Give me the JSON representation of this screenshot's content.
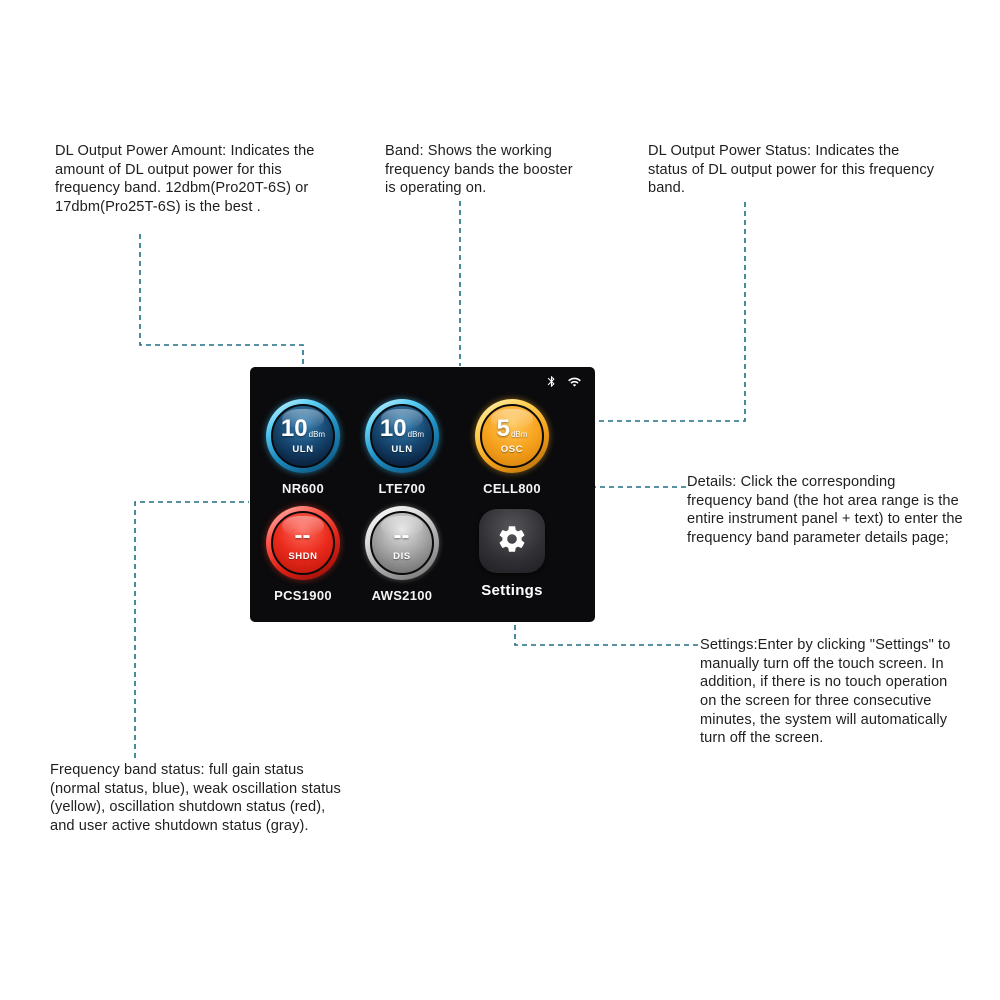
{
  "colors": {
    "leader_line": "#1f6e84",
    "panel_background": "#0b0b0d",
    "band_blue": "#1f8fc4",
    "band_orange": "#f5a11a",
    "band_red": "#e02318",
    "band_gray": "#9a9a9a"
  },
  "annotations": {
    "dl_power_amount": "DL Output Power Amount: Indicates the amount of DL output power for this frequency band. 12dbm(Pro20T-6S) or 17dbm(Pro25T-6S) is the best .",
    "band": "Band: Shows the working frequency bands the booster is operating on.",
    "dl_power_status": "DL Output Power Status: Indicates the status of DL output power for this frequency band.",
    "details": "Details: Click the corresponding frequency band (the hot area range is the entire instrument panel + text) to enter the frequency band parameter details page;",
    "settings": "Settings:Enter by clicking \"Settings\" to manually turn off the touch screen. In addition, if there is no touch operation on the screen for three consecutive minutes, the system will automatically turn off the screen.",
    "frequency_band_status": "Frequency band status: full gain status (normal status, blue), weak oscillation status (yellow), oscillation shutdown status (red), and user active shutdown status (gray)."
  },
  "screen": {
    "status_icons": [
      "bluetooth-icon",
      "wifi-icon"
    ],
    "bands": [
      {
        "name": "NR600",
        "value": "10",
        "unit": "dBm",
        "status": "ULN",
        "color": "blue"
      },
      {
        "name": "LTE700",
        "value": "10",
        "unit": "dBm",
        "status": "ULN",
        "color": "blue"
      },
      {
        "name": "CELL800",
        "value": "5",
        "unit": "dBm",
        "status": "OSC",
        "color": "orange"
      },
      {
        "name": "PCS1900",
        "value": "--",
        "unit": "",
        "status": "SHDN",
        "color": "red"
      },
      {
        "name": "AWS2100",
        "value": "--",
        "unit": "",
        "status": "DIS",
        "color": "gray"
      }
    ],
    "settings_label": "Settings"
  }
}
